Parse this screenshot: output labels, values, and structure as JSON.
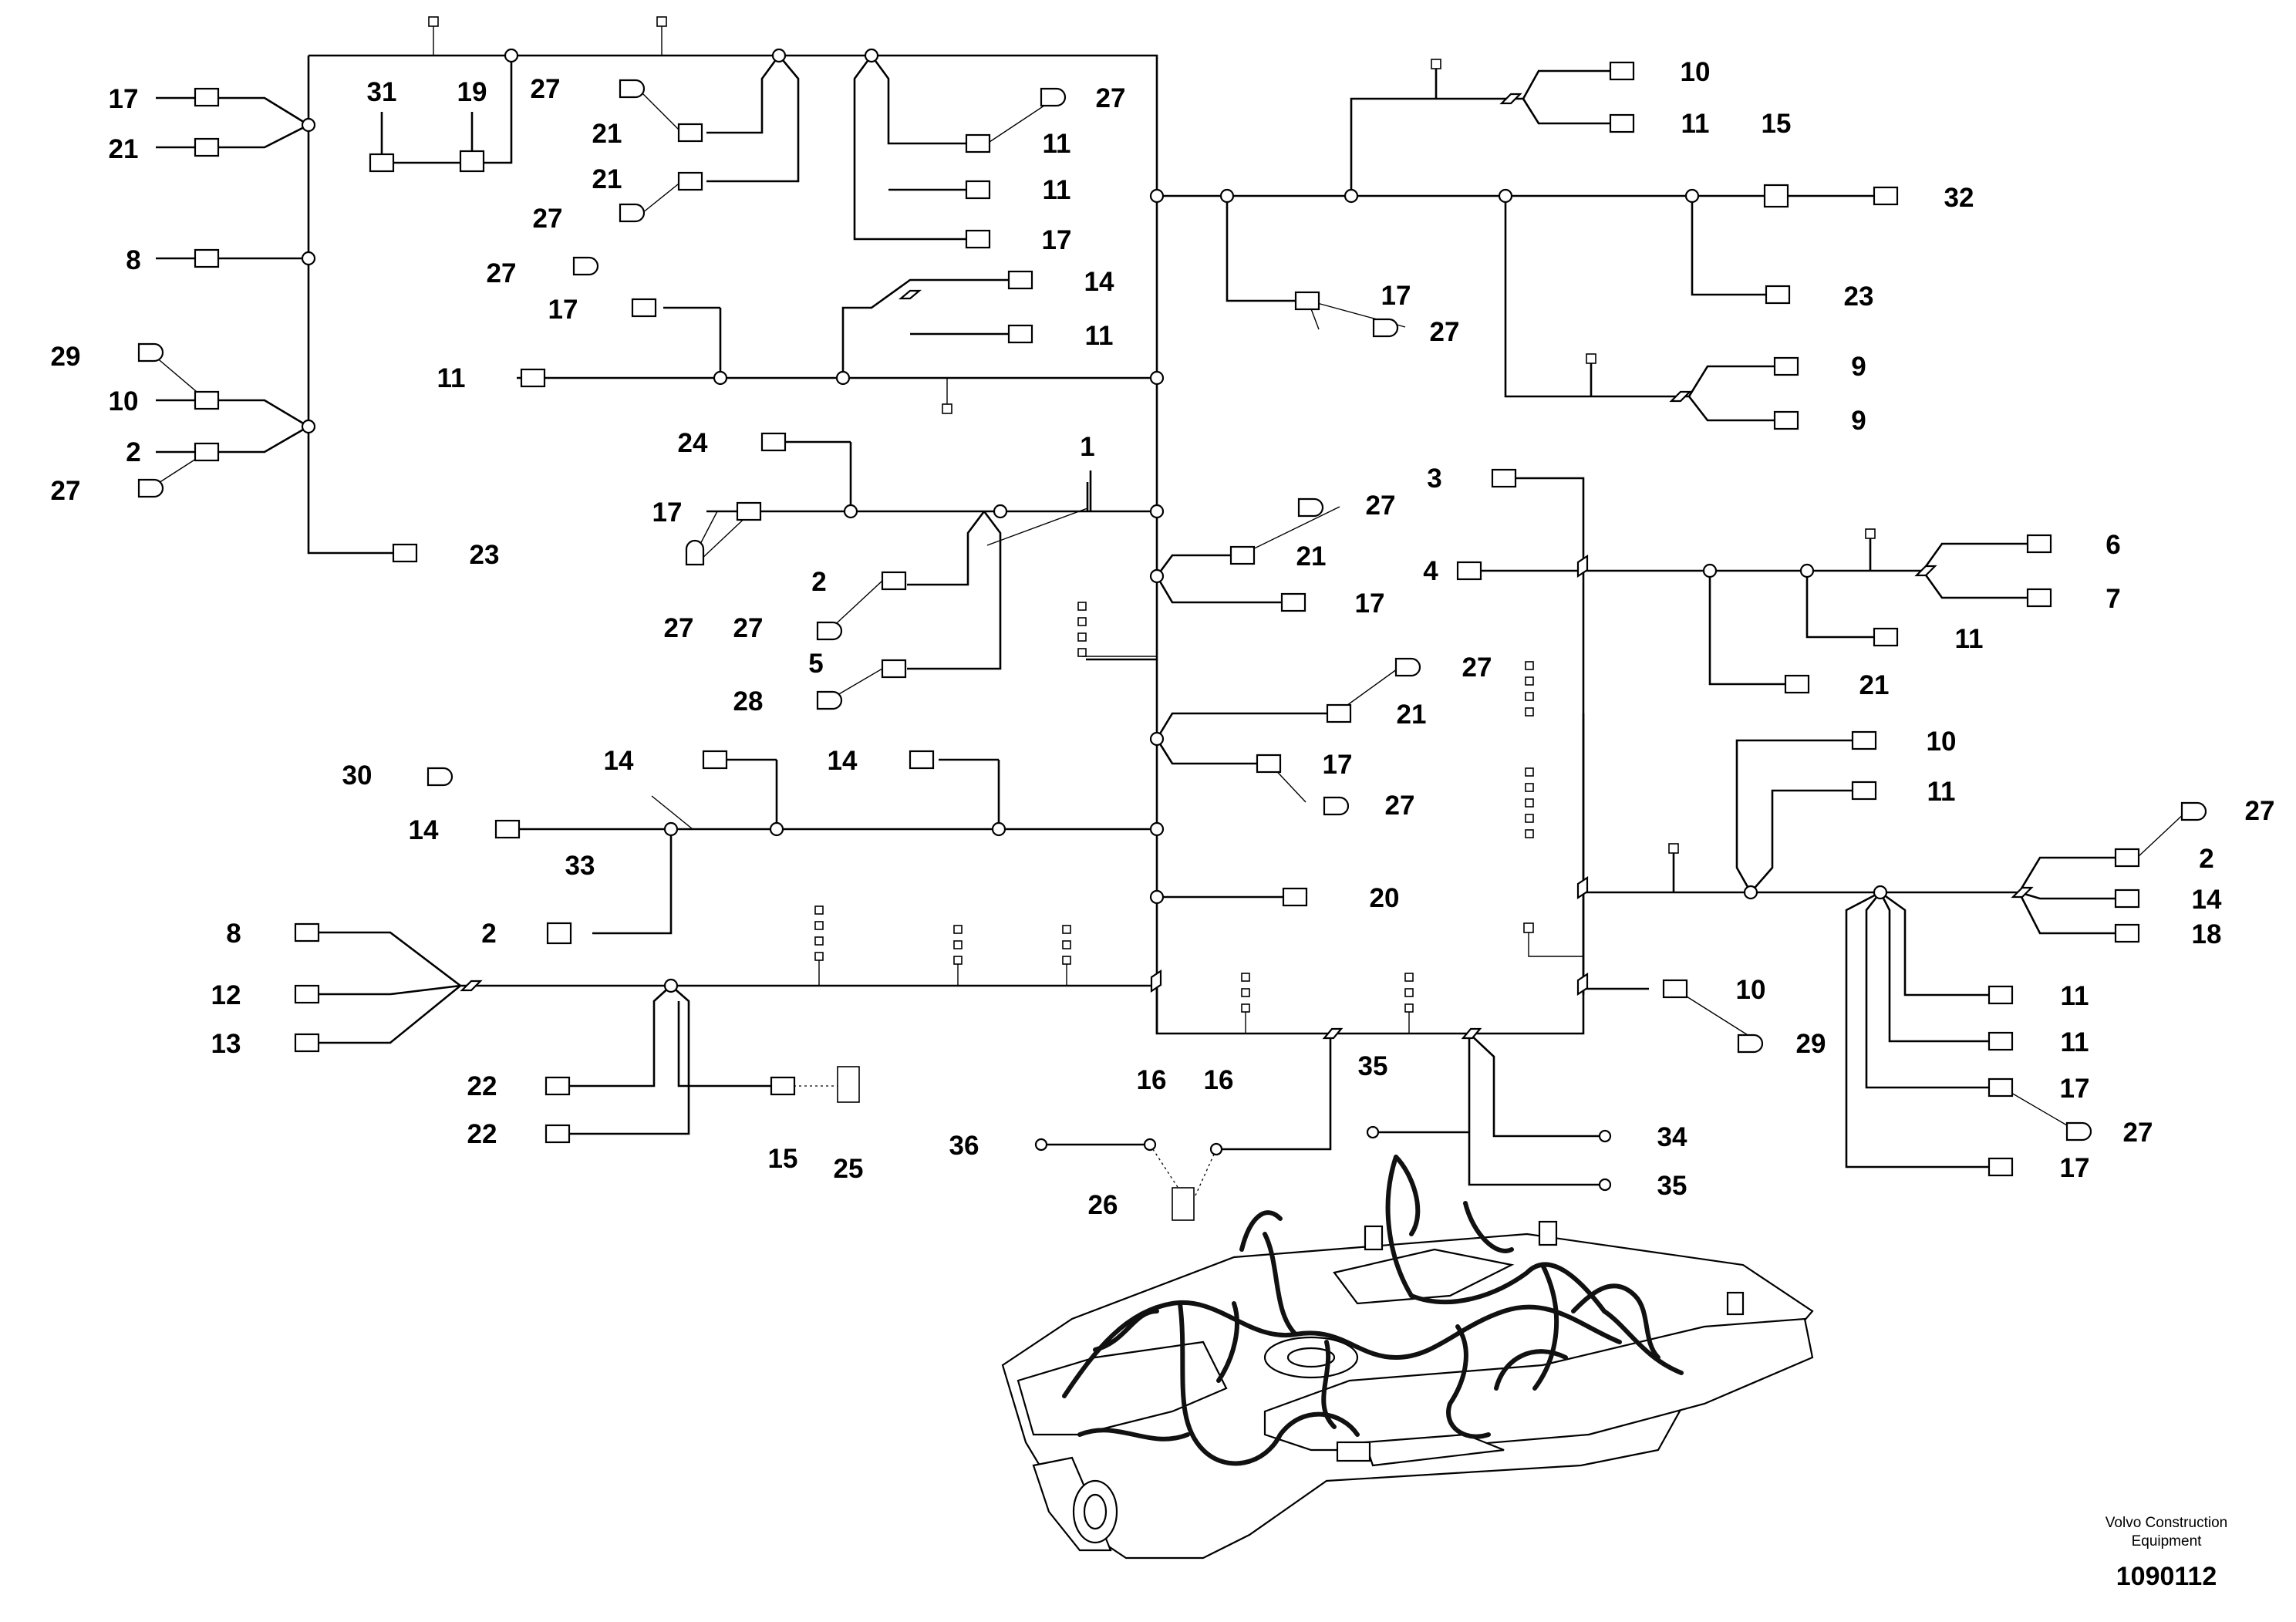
{
  "diagram": {
    "callouts": [
      {
        "id": "c1",
        "text": "17"
      },
      {
        "id": "c2",
        "text": "21"
      },
      {
        "id": "c3",
        "text": "8"
      },
      {
        "id": "c4",
        "text": "29"
      },
      {
        "id": "c5",
        "text": "10"
      },
      {
        "id": "c6",
        "text": "2"
      },
      {
        "id": "c7",
        "text": "27"
      },
      {
        "id": "c8",
        "text": "23"
      },
      {
        "id": "c9",
        "text": "31"
      },
      {
        "id": "c10",
        "text": "19"
      },
      {
        "id": "c11",
        "text": "27"
      },
      {
        "id": "c12",
        "text": "21"
      },
      {
        "id": "c13",
        "text": "21"
      },
      {
        "id": "c14",
        "text": "27"
      },
      {
        "id": "c15",
        "text": "27"
      },
      {
        "id": "c16",
        "text": "11"
      },
      {
        "id": "c17",
        "text": "11"
      },
      {
        "id": "c18",
        "text": "17"
      },
      {
        "id": "c19",
        "text": "27"
      },
      {
        "id": "c20",
        "text": "17"
      },
      {
        "id": "c21",
        "text": "11"
      },
      {
        "id": "c22",
        "text": "14"
      },
      {
        "id": "c23",
        "text": "11"
      },
      {
        "id": "c24",
        "text": "24"
      },
      {
        "id": "c25",
        "text": "1"
      },
      {
        "id": "c26",
        "text": "17"
      },
      {
        "id": "c27",
        "text": "27"
      },
      {
        "id": "c28",
        "text": "2"
      },
      {
        "id": "c29",
        "text": "27"
      },
      {
        "id": "c30",
        "text": "5"
      },
      {
        "id": "c31",
        "text": "28"
      },
      {
        "id": "c32",
        "text": "30"
      },
      {
        "id": "c33",
        "text": "14"
      },
      {
        "id": "c34",
        "text": "14"
      },
      {
        "id": "c35",
        "text": "14"
      },
      {
        "id": "c36",
        "text": "33"
      },
      {
        "id": "c37",
        "text": "2"
      },
      {
        "id": "c38",
        "text": "8"
      },
      {
        "id": "c39",
        "text": "12"
      },
      {
        "id": "c40",
        "text": "13"
      },
      {
        "id": "c41",
        "text": "22"
      },
      {
        "id": "c42",
        "text": "22"
      },
      {
        "id": "c43",
        "text": "15"
      },
      {
        "id": "c44",
        "text": "25"
      },
      {
        "id": "c45",
        "text": "16"
      },
      {
        "id": "c46",
        "text": "16"
      },
      {
        "id": "c47",
        "text": "36"
      },
      {
        "id": "c48",
        "text": "26"
      },
      {
        "id": "c49",
        "text": "35"
      },
      {
        "id": "c50",
        "text": "34"
      },
      {
        "id": "c51",
        "text": "35"
      },
      {
        "id": "c52",
        "text": "27"
      },
      {
        "id": "c53",
        "text": "21"
      },
      {
        "id": "c54",
        "text": "17"
      },
      {
        "id": "c55",
        "text": "27"
      },
      {
        "id": "c56",
        "text": "21"
      },
      {
        "id": "c57",
        "text": "17"
      },
      {
        "id": "c58",
        "text": "27"
      },
      {
        "id": "c59",
        "text": "20"
      },
      {
        "id": "c60",
        "text": "10"
      },
      {
        "id": "c61",
        "text": "11"
      },
      {
        "id": "c62",
        "text": "15"
      },
      {
        "id": "c63",
        "text": "32"
      },
      {
        "id": "c64",
        "text": "17"
      },
      {
        "id": "c65",
        "text": "27"
      },
      {
        "id": "c66",
        "text": "23"
      },
      {
        "id": "c67",
        "text": "9"
      },
      {
        "id": "c68",
        "text": "9"
      },
      {
        "id": "c69",
        "text": "3"
      },
      {
        "id": "c70",
        "text": "4"
      },
      {
        "id": "c71",
        "text": "6"
      },
      {
        "id": "c72",
        "text": "7"
      },
      {
        "id": "c73",
        "text": "11"
      },
      {
        "id": "c74",
        "text": "21"
      },
      {
        "id": "c75",
        "text": "10"
      },
      {
        "id": "c76",
        "text": "11"
      },
      {
        "id": "c77",
        "text": "27"
      },
      {
        "id": "c78",
        "text": "2"
      },
      {
        "id": "c79",
        "text": "14"
      },
      {
        "id": "c80",
        "text": "18"
      },
      {
        "id": "c81",
        "text": "11"
      },
      {
        "id": "c82",
        "text": "11"
      },
      {
        "id": "c83",
        "text": "17"
      },
      {
        "id": "c84",
        "text": "27"
      },
      {
        "id": "c85",
        "text": "17"
      },
      {
        "id": "c86",
        "text": "10"
      },
      {
        "id": "c87",
        "text": "29"
      }
    ]
  },
  "footer": {
    "brand_line1": "Volvo Construction",
    "brand_line2": "Equipment",
    "ref_number": "1090112"
  }
}
